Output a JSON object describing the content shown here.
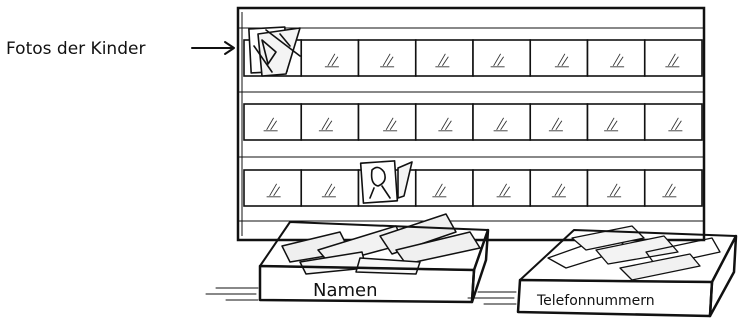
{
  "labels": {
    "photos": "Fotos der Kinder",
    "names_box": "Namen",
    "phone_box": "Telefonnummern"
  },
  "board": {
    "rows": 3,
    "pockets_per_row": 8
  },
  "colors": {
    "ink": "#111111",
    "paper": "#ffffff",
    "card": "#e9e9e9",
    "shadow": "#d6d6d6"
  },
  "icons": {
    "arrow": "right-arrow-icon",
    "photo": "photo-icon"
  }
}
